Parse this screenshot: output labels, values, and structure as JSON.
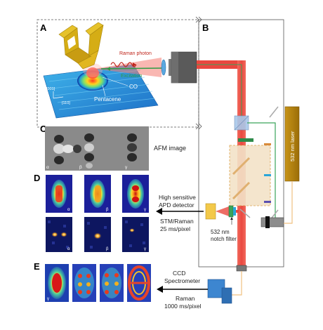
{
  "panels": {
    "a": "A",
    "b": "B",
    "c": "C",
    "d": "D",
    "e": "E"
  },
  "panel_a": {
    "raman_photon": "Raman photon",
    "excitation": "Excitation",
    "co": "CO",
    "pentacene": "Pentacene",
    "dir_001": "[001]",
    "dir_110": "[110]"
  },
  "panel_b": {
    "laser": "532 nm laser",
    "notch_filter_line1": "532 nm",
    "notch_filter_line2": "notch filter"
  },
  "panel_c": {
    "caption": "AFM image",
    "tags": [
      "α",
      "β",
      "γ"
    ]
  },
  "panel_d": {
    "detector_line1": "High sensitive",
    "detector_line2": "APD detector",
    "mode_line1": "STM/Raman",
    "mode_line2": "25 ms/pixel",
    "top_tags": [
      "α",
      "β",
      "γ"
    ],
    "bottom_tags": [
      "α",
      "β",
      "γ"
    ]
  },
  "panel_e": {
    "spectrometer_line1": "CCD",
    "spectrometer_line2": "Spectrometer",
    "mode_line1": "Raman",
    "mode_line2": "1000 ms/pixel",
    "tag": "γ"
  },
  "colors": {
    "beam": "#e8473f",
    "green_path": "#3aa35a",
    "laser_box": "#b8860b",
    "fiber": "#f0c080",
    "spectrometer": "#3d86d0"
  }
}
